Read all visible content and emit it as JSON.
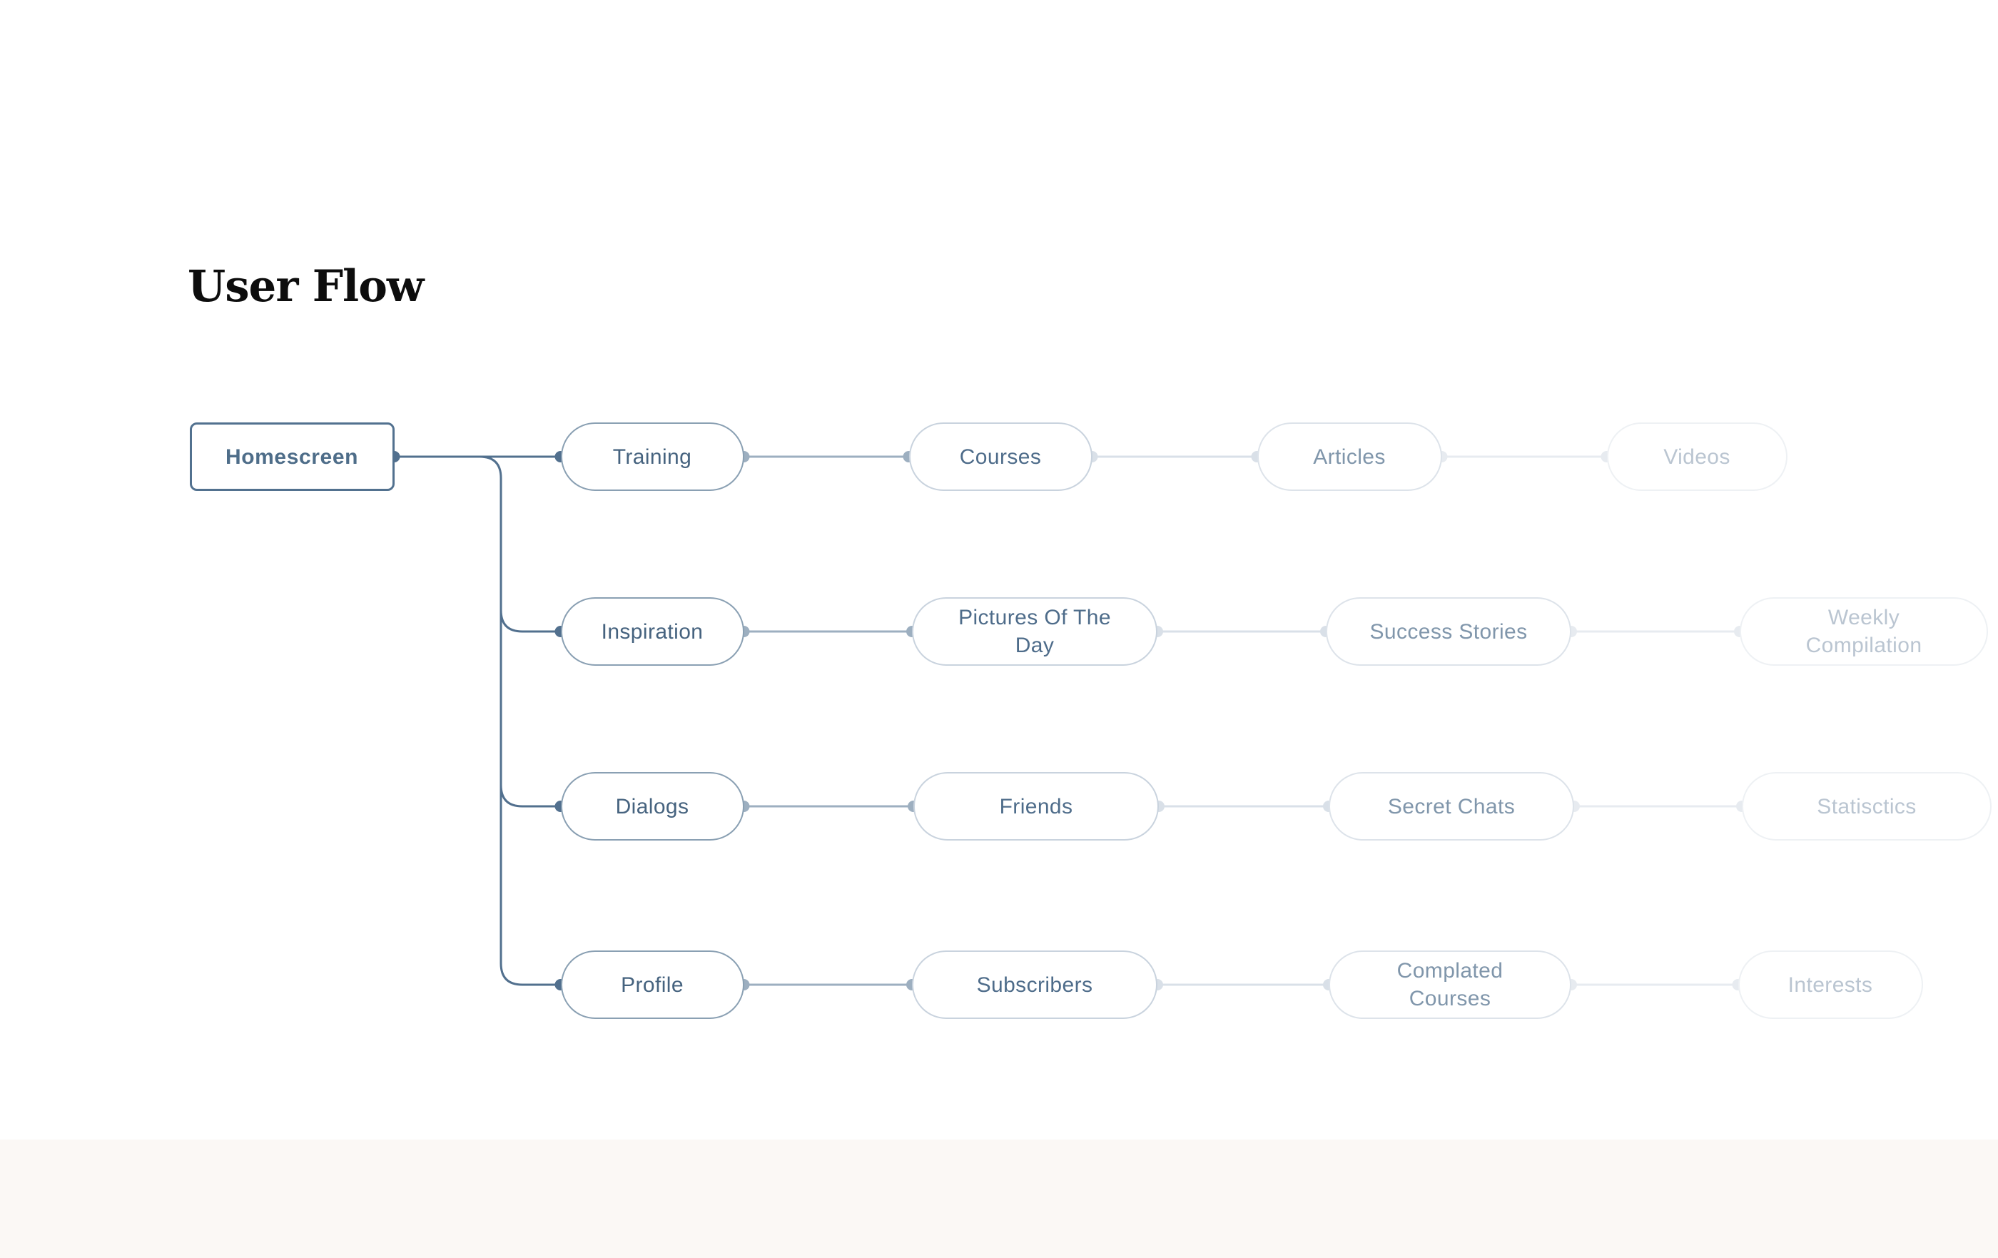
{
  "title": "User Flow",
  "palette": {
    "background": "#ffffff",
    "footer_band": "#fbf8f5",
    "title_color": "#0d0d0d",
    "levels": [
      {
        "border": "#52718f",
        "text": "#4e6d89",
        "line": "#52708e"
      },
      {
        "border": "#8aa0b3",
        "text": "#46637f",
        "line": "#9dafc0"
      },
      {
        "border": "#c9d3de",
        "text": "#4e6c8a",
        "line": "#d9e0e8"
      },
      {
        "border": "#dde3ea",
        "text": "#8096ab",
        "line": "#e7ebf0"
      },
      {
        "border": "#eef1f4",
        "text": "#bac5d1",
        "line": "#e7ebf0"
      }
    ]
  },
  "flow": {
    "root": {
      "label": "Homescreen"
    },
    "branches": [
      {
        "nodes": [
          "Training",
          "Courses",
          "Articles",
          "Videos"
        ]
      },
      {
        "nodes": [
          "Inspiration",
          "Pictures Of The\nDay",
          "Success Stories",
          "Weekly\nCompilation"
        ]
      },
      {
        "nodes": [
          "Dialogs",
          "Friends",
          "Secret Chats",
          "Statisctics"
        ]
      },
      {
        "nodes": [
          "Profile",
          "Subscribers",
          "Complated\nCourses",
          "Interests"
        ]
      }
    ]
  }
}
